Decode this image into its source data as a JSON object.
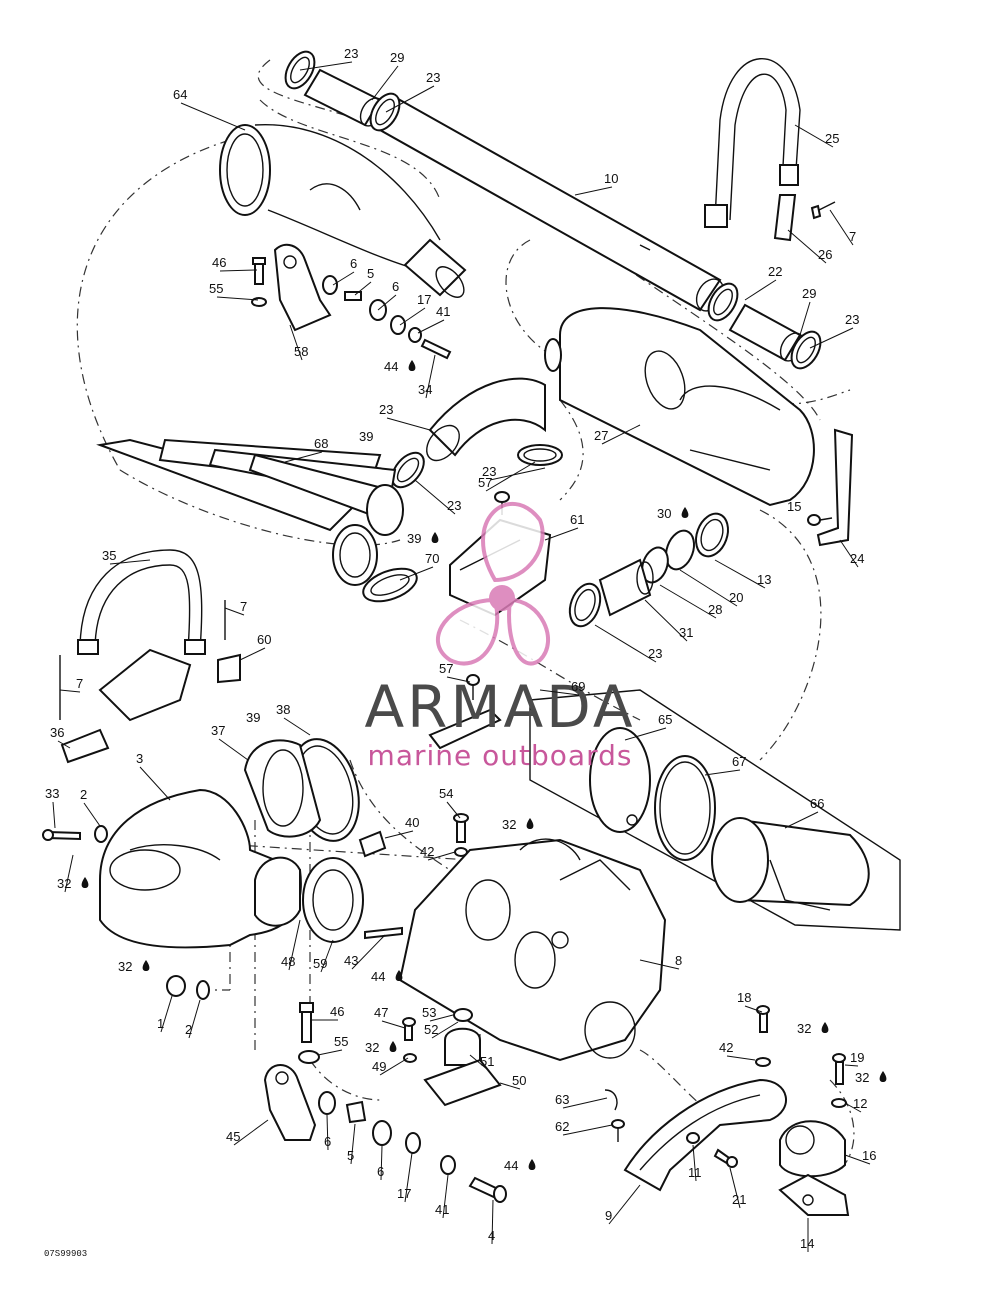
{
  "watermark": {
    "brand": "ARMADA",
    "tagline": "marine outboards",
    "accent": "#d97bb6"
  },
  "drawing_code": "07S99903",
  "callouts": [
    "23",
    "29",
    "23",
    "64",
    "25",
    "10",
    "7",
    "26",
    "46",
    "6",
    "5",
    "6",
    "55",
    "17",
    "41",
    "58",
    "44",
    "34",
    "23",
    "29",
    "23",
    "22",
    "39",
    "23",
    "57",
    "27",
    "68",
    "23",
    "61",
    "15",
    "30",
    "24",
    "39",
    "70",
    "13",
    "20",
    "28",
    "31",
    "23",
    "35",
    "7",
    "60",
    "7",
    "57",
    "69",
    "36",
    "39",
    "38",
    "37",
    "65",
    "3",
    "67",
    "66",
    "33",
    "2",
    "54",
    "32",
    "40",
    "42",
    "32",
    "8",
    "48",
    "59",
    "43",
    "44",
    "32",
    "1",
    "2",
    "46",
    "47",
    "53",
    "52",
    "55",
    "32",
    "51",
    "49",
    "50",
    "18",
    "32",
    "42",
    "19",
    "32",
    "12",
    "63",
    "62",
    "45",
    "6",
    "5",
    "6",
    "17",
    "41",
    "44",
    "4",
    "11",
    "21",
    "9",
    "16",
    "14"
  ]
}
